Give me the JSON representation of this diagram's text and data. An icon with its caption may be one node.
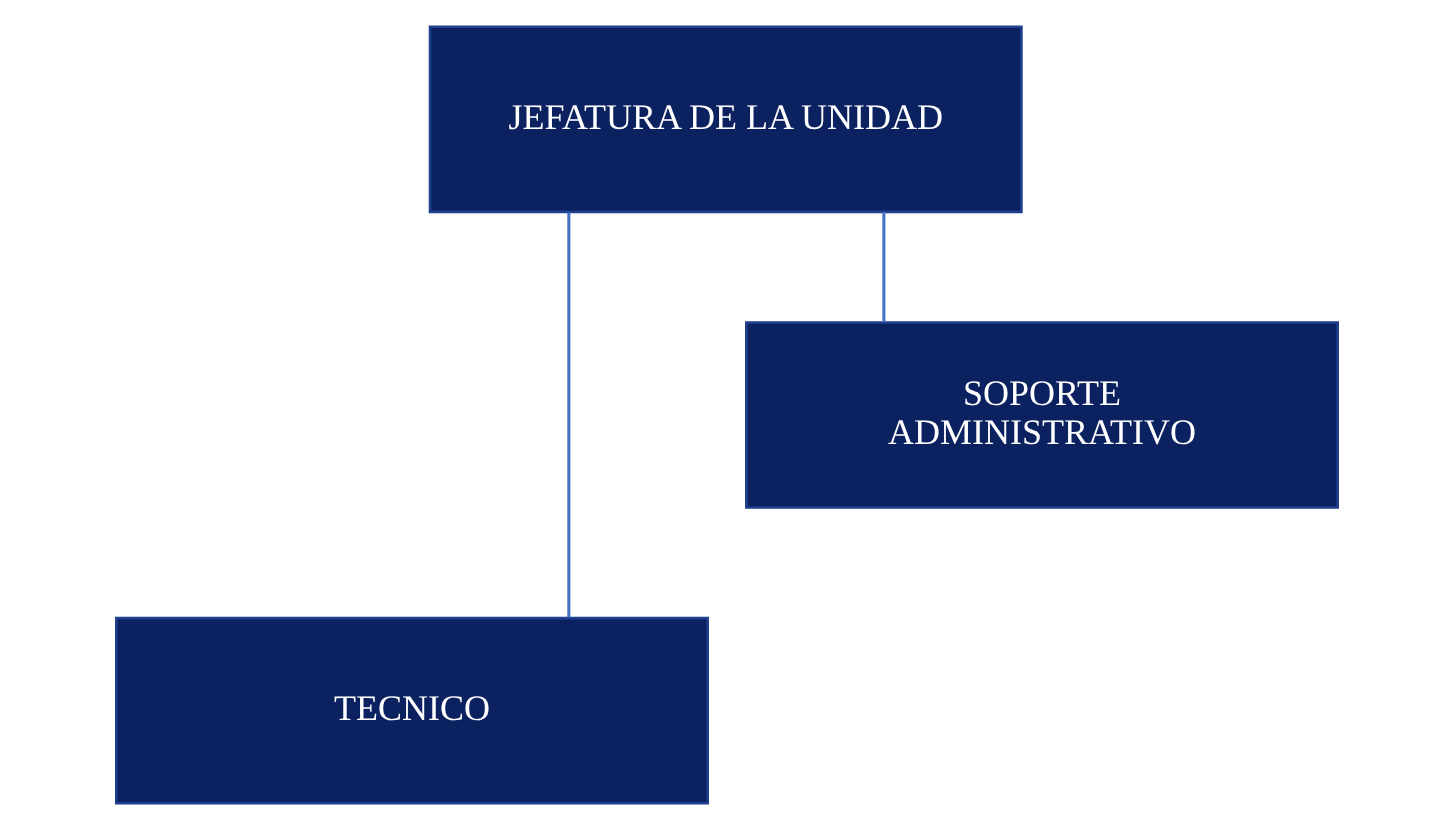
{
  "diagram": {
    "nodes": [
      {
        "text": [
          "JEFATURA DE LA UNIDAD"
        ]
      },
      {
        "text": [
          "SOPORTE ADMINISTRATIVO"
        ]
      },
      {
        "text": [
          "TECNICO"
        ]
      }
    ],
    "edges": [
      {
        "from": 0,
        "to": 2,
        "arrow": "none"
      },
      {
        "from": 0,
        "to": 1,
        "arrow": "none"
      }
    ]
  }
}
